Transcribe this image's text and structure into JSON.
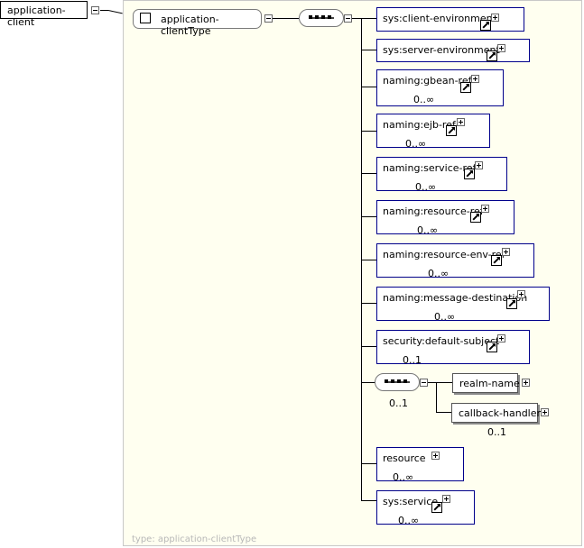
{
  "root_element": "application-client",
  "complex_type": "application-clientType",
  "type_caption": "type: application-clientType",
  "children": [
    {
      "name": "sys:client-environment",
      "card": ""
    },
    {
      "name": "sys:server-environment",
      "card": ""
    },
    {
      "name": "naming:gbean-ref",
      "card": "0..∞"
    },
    {
      "name": "naming:ejb-ref",
      "card": "0..∞"
    },
    {
      "name": "naming:service-ref",
      "card": "0..∞"
    },
    {
      "name": "naming:resource-ref",
      "card": "0..∞"
    },
    {
      "name": "naming:resource-env-ref",
      "card": "0..∞"
    },
    {
      "name": "naming:message-destination",
      "card": "0..∞"
    },
    {
      "name": "security:default-subject",
      "card": "0..1"
    }
  ],
  "inner_sequence": {
    "card": "0..1",
    "items": [
      {
        "name": "realm-name",
        "card": ""
      },
      {
        "name": "callback-handler",
        "card": "0..1"
      }
    ]
  },
  "tail_children": [
    {
      "name": "resource",
      "card": "0..∞"
    },
    {
      "name": "sys:service",
      "card": "0..∞"
    }
  ]
}
